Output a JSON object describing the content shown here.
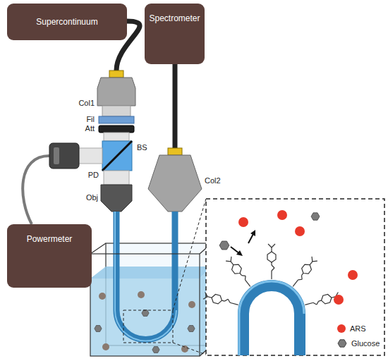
{
  "diagram": {
    "nodes": [
      {
        "text": [
          "Supercontinuum"
        ]
      },
      {
        "text": [
          "Spectrometer"
        ]
      },
      {
        "text": [
          "Powermeter"
        ]
      }
    ],
    "labels": [
      "Col1",
      "Fil",
      "Att",
      "BS",
      "PD",
      "Obj",
      "Col2"
    ],
    "legend": [
      {
        "text": "ARS",
        "color": "#e8392b"
      },
      {
        "text": "Glucose"
      }
    ]
  }
}
